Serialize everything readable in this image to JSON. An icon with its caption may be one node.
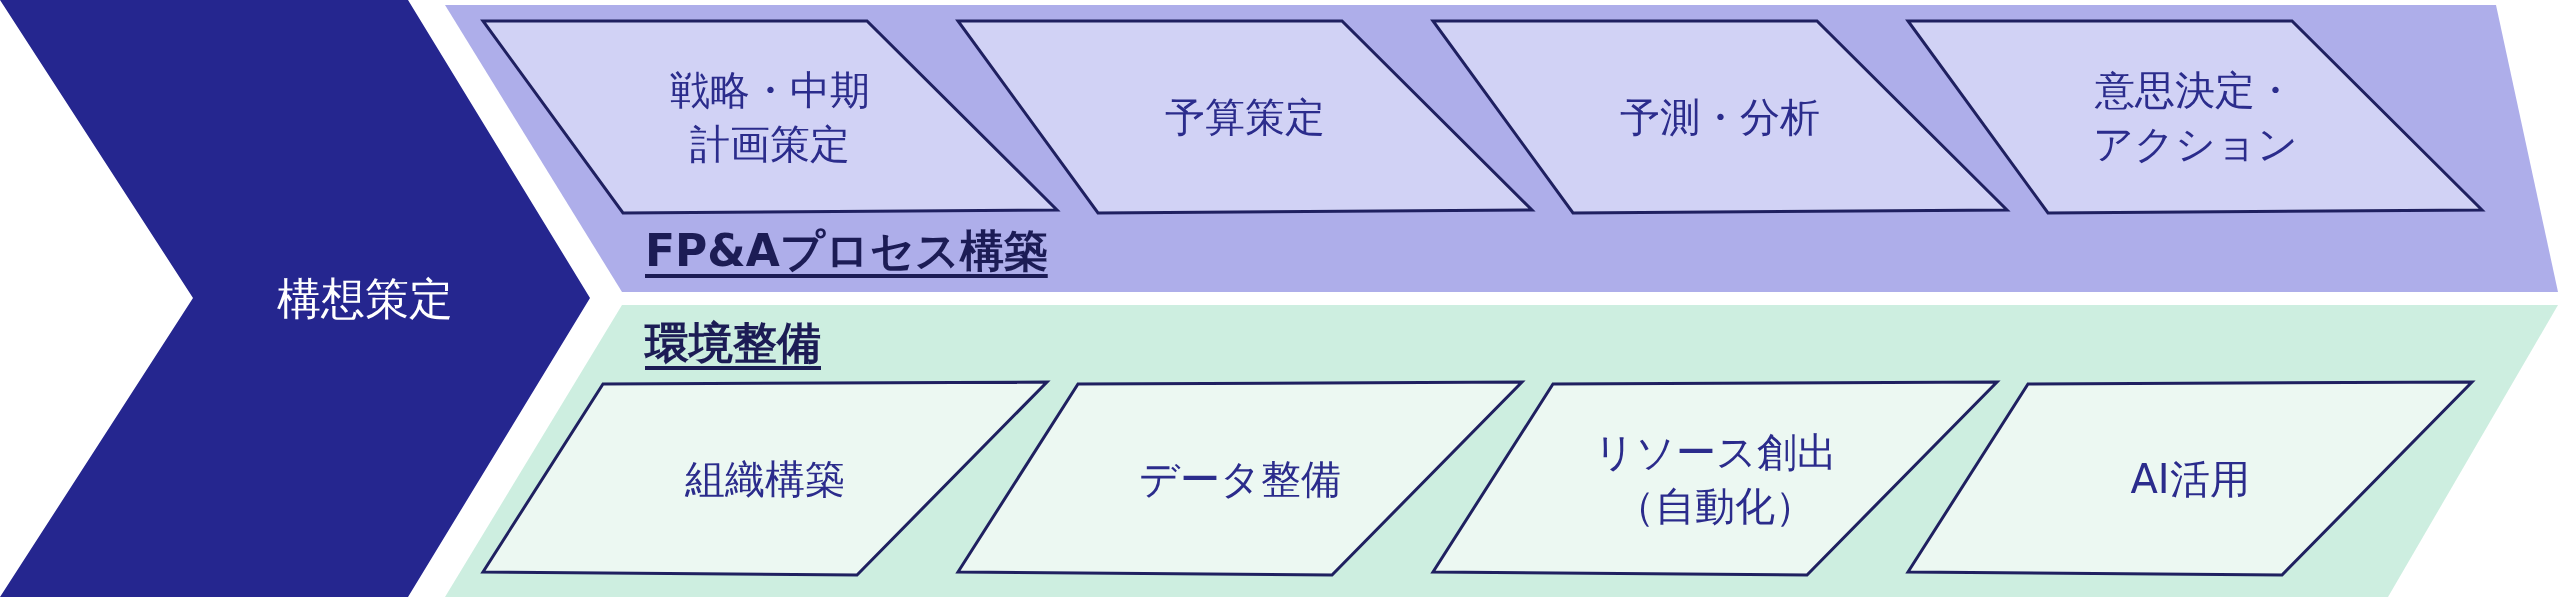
{
  "diagram": {
    "nodes": [
      {
        "text": [
          "構想策定"
        ]
      },
      {
        "text": [
          "FP&Aプロセス構築"
        ]
      },
      {
        "text": [
          "戦略・中期計画策定"
        ],
        "in": 1
      },
      {
        "text": [
          "予算策定"
        ],
        "in": 1
      },
      {
        "text": [
          "予測・分析"
        ],
        "in": 1
      },
      {
        "text": [
          "意思決定・アクション"
        ],
        "in": 1
      },
      {
        "text": [
          "環境整備"
        ]
      },
      {
        "text": [
          "組織構築"
        ],
        "in": 6
      },
      {
        "text": [
          "データ整備"
        ],
        "in": 6
      },
      {
        "text": [
          "リソース創出（自動化）"
        ],
        "in": 6
      },
      {
        "text": [
          "AI活用"
        ],
        "in": 6
      }
    ]
  }
}
